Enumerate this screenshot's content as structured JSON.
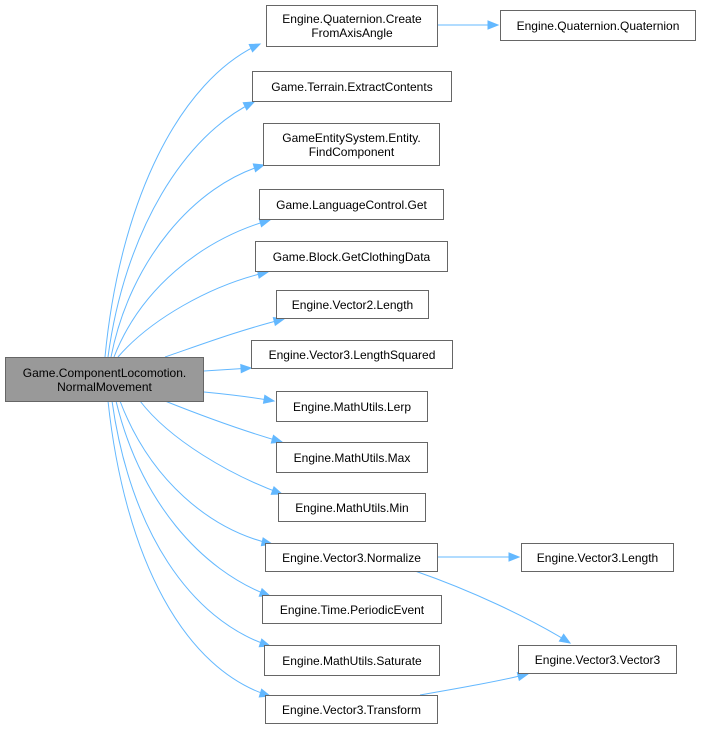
{
  "colors": {
    "edge": "#63b8ff",
    "root_fill": "#999999",
    "node_fill": "#ffffff",
    "border": "#666666"
  },
  "root": {
    "id": "root",
    "label": "Game.ComponentLocomotion.\nNormalMovement"
  },
  "nodes": [
    {
      "id": "create_from_axis_angle",
      "label": "Engine.Quaternion.Create\nFromAxisAngle"
    },
    {
      "id": "quaternion_ctor",
      "label": "Engine.Quaternion.Quaternion"
    },
    {
      "id": "extract_contents",
      "label": "Game.Terrain.ExtractContents"
    },
    {
      "id": "find_component",
      "label": "GameEntitySystem.Entity.\nFindComponent"
    },
    {
      "id": "language_get",
      "label": "Game.LanguageControl.Get"
    },
    {
      "id": "get_clothing_data",
      "label": "Game.Block.GetClothingData"
    },
    {
      "id": "vector2_length",
      "label": "Engine.Vector2.Length"
    },
    {
      "id": "vector3_length_squared",
      "label": "Engine.Vector3.LengthSquared"
    },
    {
      "id": "mathutils_lerp",
      "label": "Engine.MathUtils.Lerp"
    },
    {
      "id": "mathutils_max",
      "label": "Engine.MathUtils.Max"
    },
    {
      "id": "mathutils_min",
      "label": "Engine.MathUtils.Min"
    },
    {
      "id": "vector3_normalize",
      "label": "Engine.Vector3.Normalize"
    },
    {
      "id": "time_periodic_event",
      "label": "Engine.Time.PeriodicEvent"
    },
    {
      "id": "mathutils_saturate",
      "label": "Engine.MathUtils.Saturate"
    },
    {
      "id": "vector3_transform",
      "label": "Engine.Vector3.Transform"
    },
    {
      "id": "vector3_length",
      "label": "Engine.Vector3.Length"
    },
    {
      "id": "vector3_ctor",
      "label": "Engine.Vector3.Vector3"
    }
  ],
  "edges": [
    {
      "from": "root",
      "to": "create_from_axis_angle"
    },
    {
      "from": "root",
      "to": "extract_contents"
    },
    {
      "from": "root",
      "to": "find_component"
    },
    {
      "from": "root",
      "to": "language_get"
    },
    {
      "from": "root",
      "to": "get_clothing_data"
    },
    {
      "from": "root",
      "to": "vector2_length"
    },
    {
      "from": "root",
      "to": "vector3_length_squared"
    },
    {
      "from": "root",
      "to": "mathutils_lerp"
    },
    {
      "from": "root",
      "to": "mathutils_max"
    },
    {
      "from": "root",
      "to": "mathutils_min"
    },
    {
      "from": "root",
      "to": "vector3_normalize"
    },
    {
      "from": "root",
      "to": "time_periodic_event"
    },
    {
      "from": "root",
      "to": "mathutils_saturate"
    },
    {
      "from": "root",
      "to": "vector3_transform"
    },
    {
      "from": "create_from_axis_angle",
      "to": "quaternion_ctor"
    },
    {
      "from": "vector3_normalize",
      "to": "vector3_length"
    },
    {
      "from": "vector3_normalize",
      "to": "vector3_ctor"
    },
    {
      "from": "vector3_transform",
      "to": "vector3_ctor"
    }
  ]
}
